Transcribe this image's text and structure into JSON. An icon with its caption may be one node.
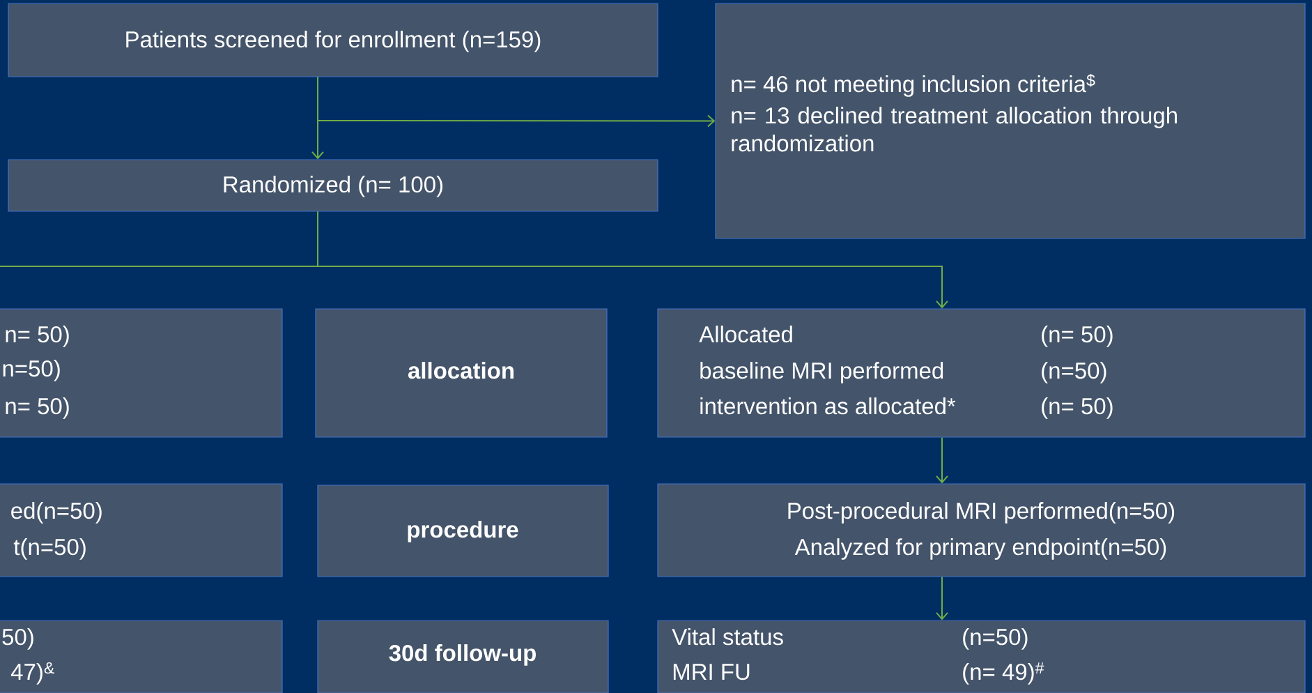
{
  "diagram": {
    "nodes": [
      {
        "text": [
          "Patients screened for enrollment   (n=159)"
        ]
      },
      {
        "text": [
          "n= 46 not meeting inclusion criteria$^{$}$",
          "n= 13 declined  treatment allocation through randomization"
        ]
      },
      {
        "text": [
          "Randomized (n= 100)"
        ]
      },
      {
        "text": [
          "n= 50)",
          "n=50)",
          "n= 50)"
        ]
      },
      {
        "text": [
          "allocation"
        ]
      },
      {
        "text": [
          "Allocated",
          "(n= 50)",
          "baseline MRI performed",
          "(n=50)",
          "intervention as allocated*",
          "(n= 50)"
        ]
      },
      {
        "text": [
          "ed(n=50)",
          "t(n=50)"
        ]
      },
      {
        "text": [
          "procedure"
        ]
      },
      {
        "text": [
          "Post-procedural MRI performed(n=50)",
          "Analyzed for primary endpoint(n=50)"
        ]
      },
      {
        "text": [
          "50)",
          "47)$^{&}$"
        ]
      },
      {
        "text": [
          "30d follow-up"
        ]
      },
      {
        "text": [
          "Vital status",
          "(n=50)",
          "MRI FU",
          "(n= 49)$^{#}$"
        ]
      }
    ],
    "edges": [
      {
        "from": 0,
        "to": 2,
        "arrow": "to"
      },
      {
        "from": 0,
        "to": 1,
        "arrow": "to"
      },
      {
        "from": 2,
        "to": 5,
        "arrow": "to"
      },
      {
        "from": 2,
        "to": 3,
        "arrow": "none"
      },
      {
        "from": 5,
        "to": 8,
        "arrow": "to"
      },
      {
        "from": 8,
        "to": 11,
        "arrow": "to"
      }
    ]
  }
}
